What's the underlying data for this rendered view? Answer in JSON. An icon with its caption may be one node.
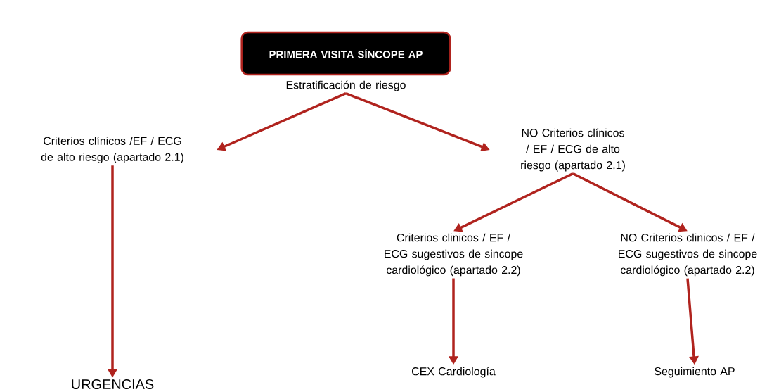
{
  "diagram": {
    "nodes": [
      {
        "text": [
          "PRIMERA VISITA SÍNCOPE AP"
        ]
      },
      {
        "text": [
          "Estratificación de riesgo"
        ]
      },
      {
        "text": [
          "Criterios clínicos /EF / ECG de alto riesgo (apartado 2.1)"
        ]
      },
      {
        "text": [
          "NO Criterios clínicos / EF / ECG de  alto riesgo (apartado 2.1)"
        ]
      },
      {
        "text": [
          "Criterios clinicos / EF / ECG sugestivos de sincope cardiológico (apartado 2.2)"
        ]
      },
      {
        "text": [
          "NO Criterios clinicos / EF / ECG sugestivos de sincope cardiológico (apartado 2.2)"
        ]
      },
      {
        "text": [
          "URGENCIAS"
        ]
      },
      {
        "text": [
          "CEX Cardiología"
        ]
      },
      {
        "text": [
          "Seguimiento AP"
        ]
      }
    ],
    "edges": [
      {
        "from": 1,
        "to": 2,
        "arrow": "to"
      },
      {
        "from": 1,
        "to": 3,
        "arrow": "to"
      },
      {
        "from": 2,
        "to": 6,
        "arrow": "to"
      },
      {
        "from": 3,
        "to": 4,
        "arrow": "to"
      },
      {
        "from": 3,
        "to": 5,
        "arrow": "to"
      },
      {
        "from": 4,
        "to": 7,
        "arrow": "to"
      },
      {
        "from": 5,
        "to": 8,
        "arrow": "to"
      }
    ]
  }
}
